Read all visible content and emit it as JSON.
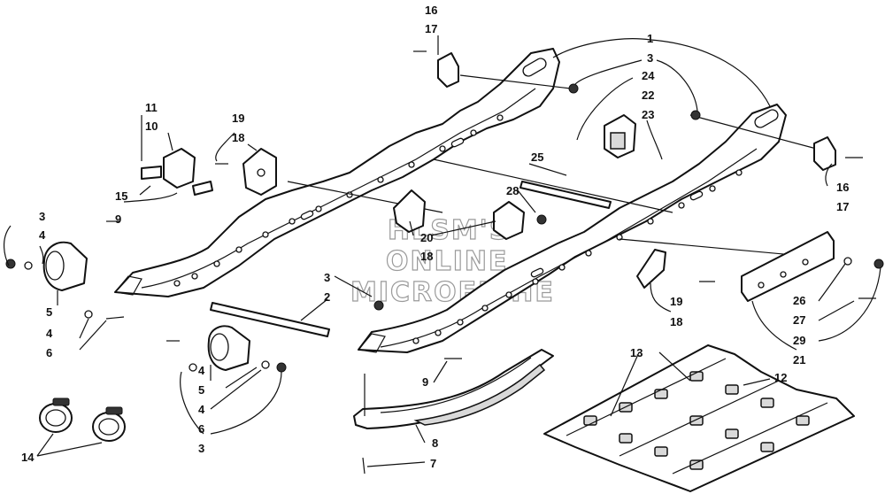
{
  "watermark": [
    "HLSM'S",
    "ONLINE",
    "MICROFICHE"
  ],
  "callouts": [
    {
      "id": "c16a",
      "text": "16"
    },
    {
      "id": "c17a",
      "text": "17"
    },
    {
      "id": "c1",
      "text": "1"
    },
    {
      "id": "c3a",
      "text": "3"
    },
    {
      "id": "c24",
      "text": "24"
    },
    {
      "id": "c22",
      "text": "22"
    },
    {
      "id": "c23",
      "text": "23"
    },
    {
      "id": "c11",
      "text": "11"
    },
    {
      "id": "c10",
      "text": "10"
    },
    {
      "id": "c19a",
      "text": "19"
    },
    {
      "id": "c18a",
      "text": "18"
    },
    {
      "id": "c25",
      "text": "25"
    },
    {
      "id": "c15",
      "text": "15"
    },
    {
      "id": "c16b",
      "text": "16"
    },
    {
      "id": "c17b",
      "text": "17"
    },
    {
      "id": "c9a",
      "text": "9"
    },
    {
      "id": "c28",
      "text": "28"
    },
    {
      "id": "c3b",
      "text": "3"
    },
    {
      "id": "c4a",
      "text": "4"
    },
    {
      "id": "c20",
      "text": "20"
    },
    {
      "id": "c18b",
      "text": "18"
    },
    {
      "id": "c3c",
      "text": "3"
    },
    {
      "id": "c2",
      "text": "2"
    },
    {
      "id": "c26",
      "text": "26"
    },
    {
      "id": "c19b",
      "text": "19"
    },
    {
      "id": "c5a",
      "text": "5"
    },
    {
      "id": "c27",
      "text": "27"
    },
    {
      "id": "c18c",
      "text": "18"
    },
    {
      "id": "c4b",
      "text": "4"
    },
    {
      "id": "c29",
      "text": "29"
    },
    {
      "id": "c6a",
      "text": "6"
    },
    {
      "id": "c21",
      "text": "21"
    },
    {
      "id": "c4c",
      "text": "4"
    },
    {
      "id": "c13",
      "text": "13"
    },
    {
      "id": "c9b",
      "text": "9"
    },
    {
      "id": "c12",
      "text": "12"
    },
    {
      "id": "c5b",
      "text": "5"
    },
    {
      "id": "c4d",
      "text": "4"
    },
    {
      "id": "c6b",
      "text": "6"
    },
    {
      "id": "c14",
      "text": "14"
    },
    {
      "id": "c3d",
      "text": "3"
    },
    {
      "id": "c8",
      "text": "8"
    },
    {
      "id": "c7",
      "text": "7"
    }
  ]
}
